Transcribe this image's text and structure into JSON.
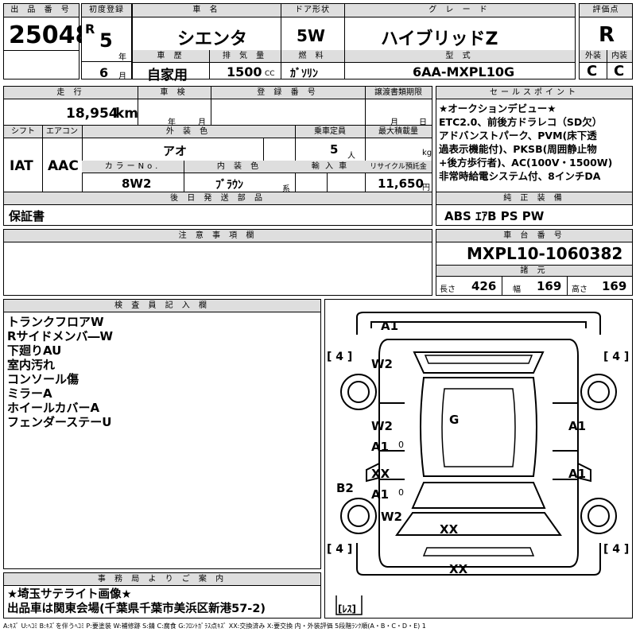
{
  "top": {
    "lot_label": "出 品 番 号",
    "lot_no": "25048",
    "first_reg_label": "初度登録",
    "era": "R",
    "year": "5",
    "year_unit": "年",
    "month": "6",
    "month_unit": "月",
    "car_name_label": "車 名",
    "car_name": "シエンタ",
    "door_label": "ドア形状",
    "door": "5W",
    "grade_label": "グ レ ー ド",
    "grade": "ハイブリッドZ",
    "score_label": "評価点",
    "score": "R",
    "history_label": "車 歴",
    "history": "自家用",
    "cc_label": "排 気 量",
    "cc": "1500",
    "cc_unit": "CC",
    "fuel_label": "燃 料",
    "fuel": "ｶﾞｿﾘﾝ",
    "model_label": "型 式",
    "model": "6AA-MXPL10G",
    "ext_label": "外装",
    "int_label": "内装",
    "ext": "C",
    "int": "C"
  },
  "mid": {
    "mileage_label": "走 行",
    "mileage": "18,954",
    "mileage_unit": "km",
    "inspection_label": "車 検",
    "insp_year_unit": "年",
    "insp_month_unit": "月",
    "reg_no_label": "登 録 番 号",
    "transfer_label": "譲渡書類期限",
    "transfer_month_unit": "月",
    "transfer_day_unit": "日",
    "shift_label": "シフト",
    "shift": "IAT",
    "ac_label": "エアコン",
    "ac": "AAC",
    "ext_color_label": "外 装 色",
    "ext_color": "アオ",
    "capacity_label": "乗車定員",
    "capacity": "5",
    "capacity_unit": "人",
    "max_load_label": "最大積載量",
    "max_load_unit": "kg",
    "color_no_label": "カラーNo.",
    "color_no": "8W2",
    "int_color_label": "内 装 色",
    "int_color": "ﾌﾞﾗｳﾝ",
    "int_color_unit": "系",
    "import_label": "輸 入 車",
    "recycle_label": "リサイクル預託金",
    "recycle": "11,650",
    "recycle_unit": "円",
    "later_parts_label": "後 日 発 送 部 品",
    "later_parts": "保証書"
  },
  "sales_points": {
    "label": "セールスポイント",
    "lines": [
      "★オークションデビュー★",
      "ETC2.0、前後方ドラレコ（SD欠）",
      "アドバンストパーク、PVM(床下透",
      "過表示機能付)、PKSB(周囲静止物",
      "+後方歩行者)、AC(100V・1500W)",
      "非常時給電システム付、8インチDA"
    ]
  },
  "equipment": {
    "label": "純 正 装 備",
    "value": "ABS ｴｱB PS PW"
  },
  "notes": {
    "label": "注 意 事 項 欄"
  },
  "chassis": {
    "label": "車 台 番 号",
    "value": "MXPL10-1060382",
    "dims_label": "諸 元",
    "length_label": "長さ",
    "length": "426",
    "width_label": "幅",
    "width": "169",
    "height_label": "高さ",
    "height": "169"
  },
  "inspector": {
    "label": "検 査 員 記 入 欄",
    "items": [
      "トランクフロアW",
      "Rサイドメンバ―W",
      "下廻りAU",
      "室内汚れ",
      "コンソール傷",
      "ミラーA",
      "ホイールカバーA",
      "フェンダーステーU"
    ]
  },
  "office": {
    "label": "事 務 局 よ り ご 案 内",
    "lines": [
      "★埼玉サテライト画像★",
      "出品車は関東会場(千葉県千葉市美浜区新港57-2)"
    ]
  },
  "diagram": {
    "marks": {
      "a1_trunk": "A1",
      "w2_rear_left": "W2",
      "g_roof": "G",
      "w2_left_door": "W2",
      "a1_left_door": "A1",
      "xx_left_door": "XX",
      "a1_left_door2": "A1",
      "b2_left": "B2",
      "w2_front_left": "W2",
      "xx_hood": "XX",
      "xx_bumper": "XX",
      "a1_right_1": "A1",
      "a1_right_2": "A1",
      "zero_1": "0",
      "zero_2": "0",
      "tire_tl": "[ 4 ]",
      "tire_tr": "[ 4 ]",
      "tire_bl": "[ 4 ]",
      "tire_br": "[ 4 ]",
      "spare": "[ﾚｽ]"
    }
  },
  "legend": "A:ｷｽﾞ  U:ﾍｺﾐ  B:ｷｽﾞを伴うﾍｺﾐ  P:要塗装  W:補修跡  S:錆  C:腐食  G:ﾌﾛﾝﾄｶﾞﾗｽ点ｷｽﾞ  XX:交換済み  X:要交換   内・外装評価  5段階ﾗﾝｸ順(A・B・C・D・E)  1"
}
